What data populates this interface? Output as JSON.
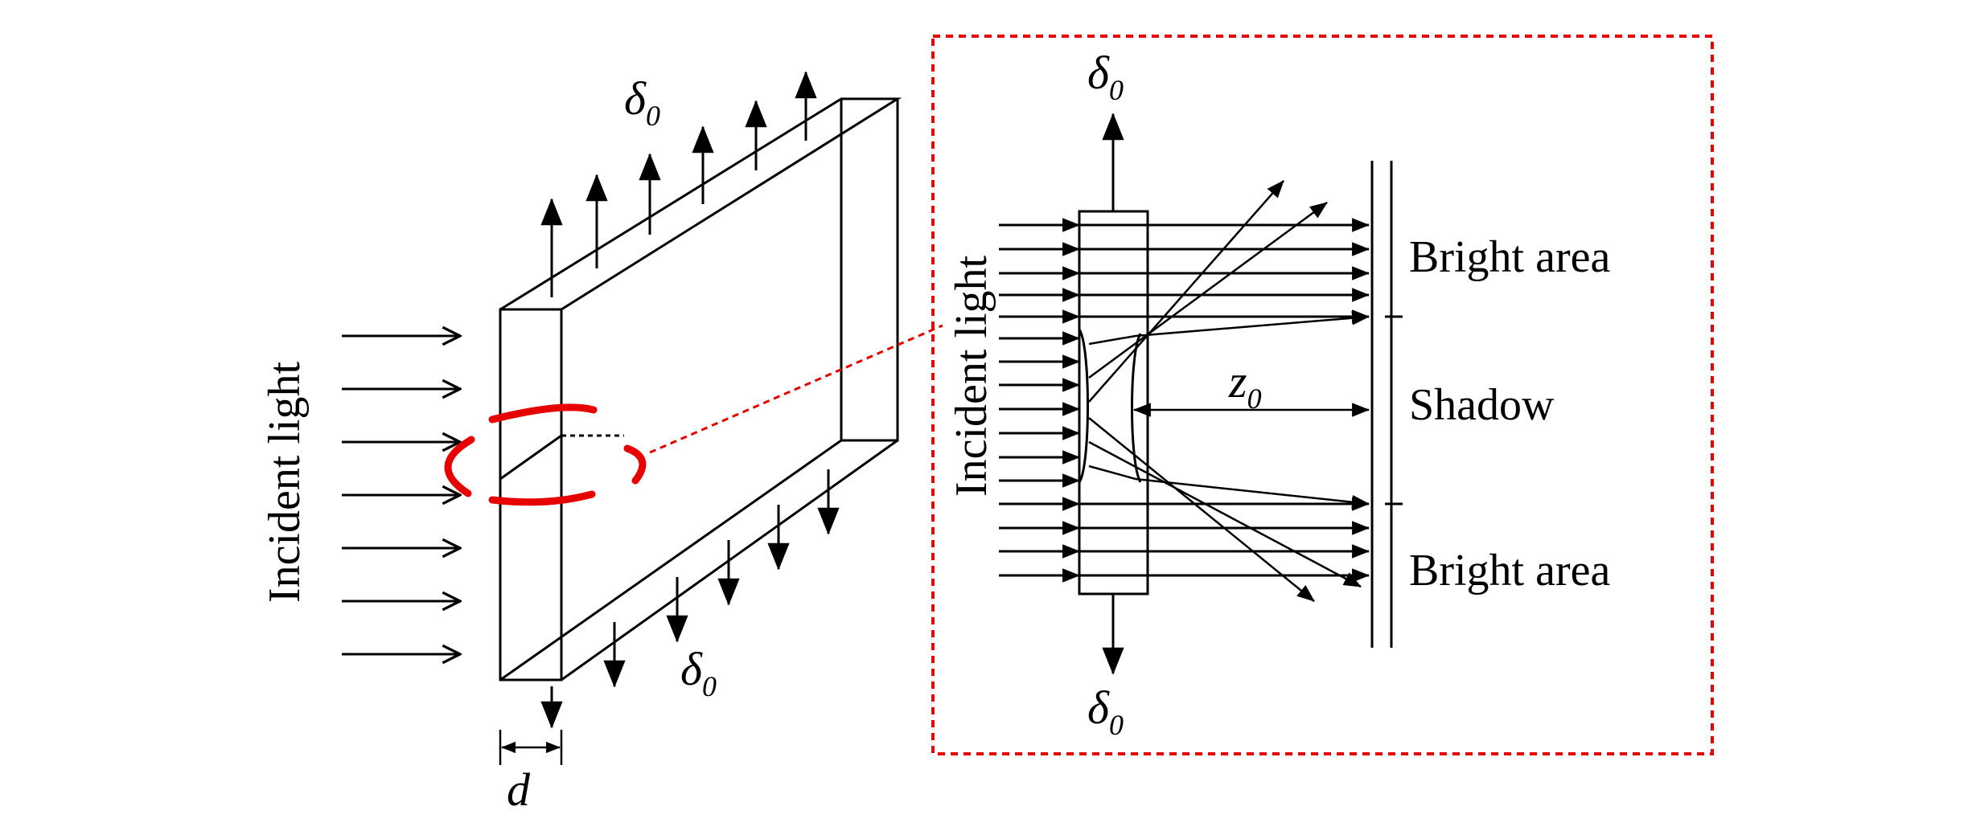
{
  "labels": {
    "incident_light_left": "Incident light",
    "incident_light_right": "Incident light",
    "delta": "δ",
    "delta_sub": "0",
    "z": "z",
    "z_sub": "0",
    "thickness": "d",
    "bright_area_top": "Bright area",
    "shadow": "Shadow",
    "bright_area_bottom": "Bright area"
  },
  "colors": {
    "ink": "#000000",
    "highlight": "#e60000"
  }
}
